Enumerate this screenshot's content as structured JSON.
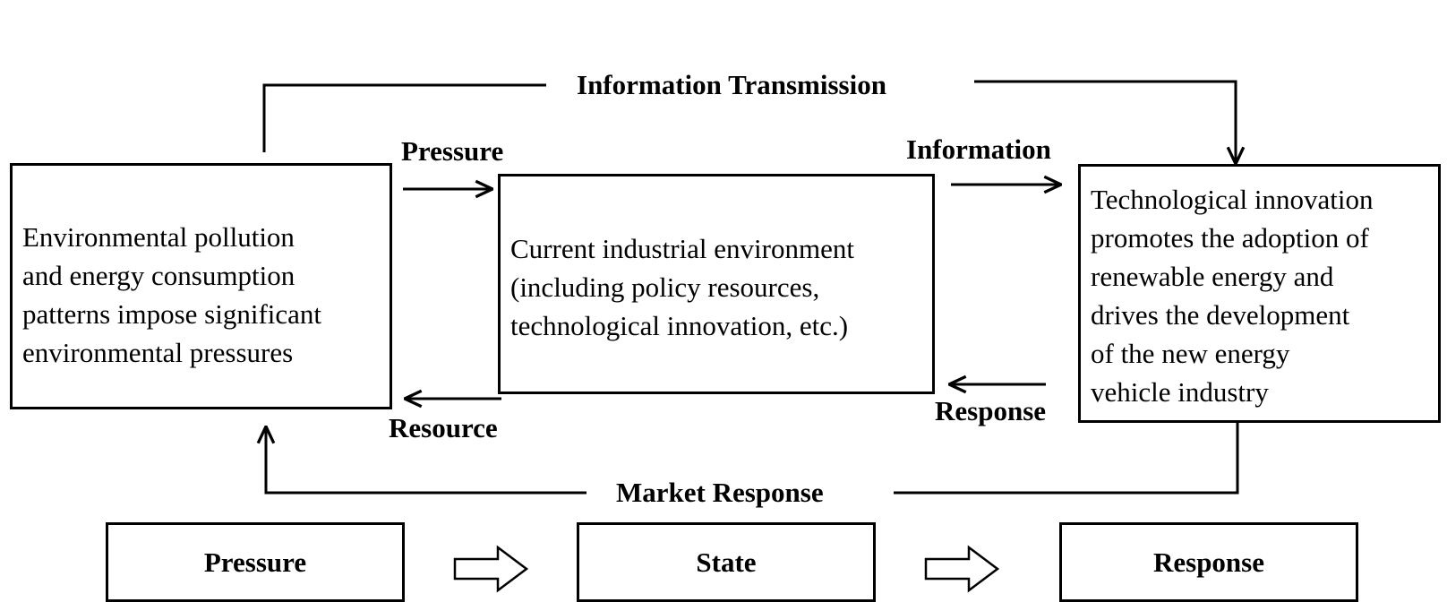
{
  "diagram": {
    "top_feedback_label": "Information Transmission",
    "bottom_feedback_label": "Market Response",
    "boxes": {
      "pressure_source": "Environmental pollution\nand energy consumption\npatterns impose significant\nenvironmental pressures",
      "current_state": "Current industrial environment\n(including policy resources,\ntechnological innovation, etc.)",
      "response_outcome": "Technological innovation\npromotes the adoption of\nrenewable energy and\ndrives the development\nof the new energy\nvehicle industry"
    },
    "arrow_labels": {
      "pressure": "Pressure",
      "resource": "Resource",
      "information": "Information",
      "response": "Response"
    },
    "phases": [
      "Pressure",
      "State",
      "Response"
    ]
  }
}
